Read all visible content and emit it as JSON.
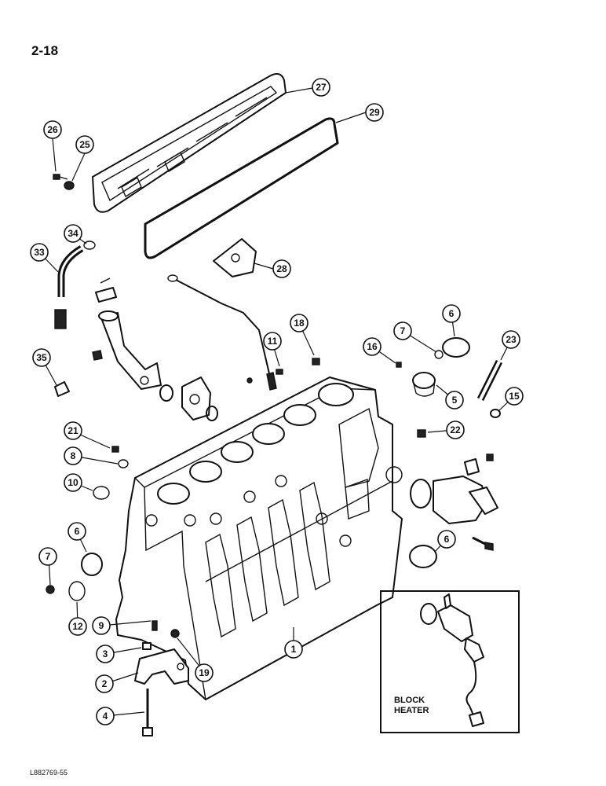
{
  "page_number": "2-18",
  "drawing_code": "L882769-55",
  "inset": {
    "label_line1": "BLOCK",
    "label_line2": "HEATER"
  },
  "callouts": [
    "1",
    "2",
    "3",
    "4",
    "5",
    "6",
    "6",
    "6",
    "7",
    "7",
    "8",
    "9",
    "10",
    "11",
    "12",
    "15",
    "16",
    "18",
    "19",
    "21",
    "22",
    "23",
    "25",
    "26",
    "27",
    "28",
    "29",
    "33",
    "34",
    "35"
  ]
}
